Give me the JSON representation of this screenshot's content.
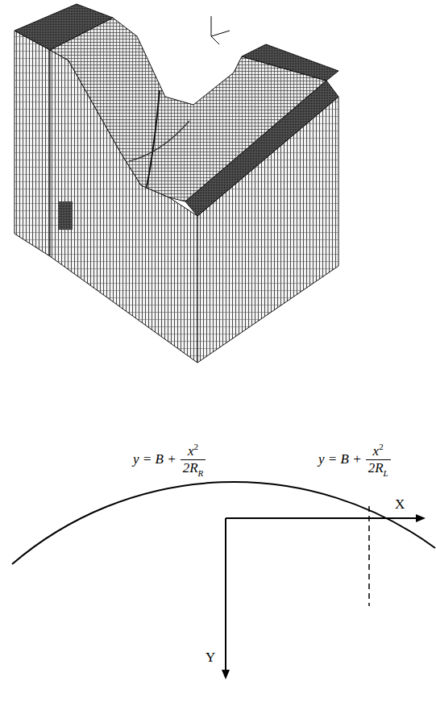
{
  "diagram": {
    "labels": [
      "y = B +",
      "x",
      "2",
      "2R",
      "R",
      "y = B +",
      "x",
      "2",
      "2R",
      "L",
      "X",
      "Y"
    ]
  }
}
